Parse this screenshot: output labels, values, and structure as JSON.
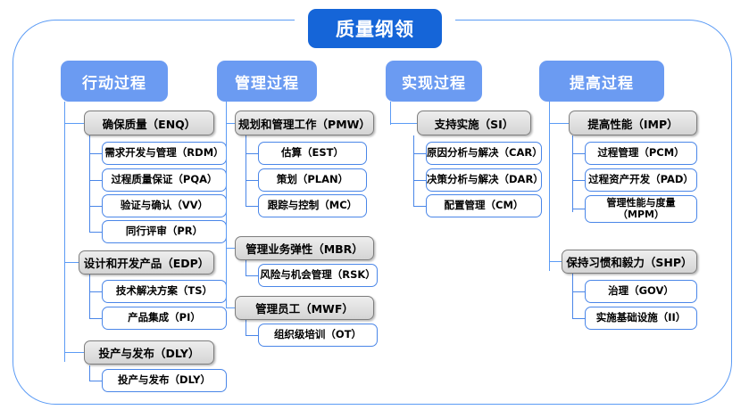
{
  "diagram": {
    "title": "质量纲领",
    "frame_color": "#5b9bf5",
    "title_color": "#1565d8",
    "header_color": "#6b9bf2",
    "level2_color": "#d4d4d4",
    "level3_border_color": "#4a86e8",
    "columns": [
      {
        "header": "行动过程",
        "groups": [
          {
            "label": "确保质量（ENQ）",
            "items": [
              "需求开发与管理（RDM）",
              "过程质量保证（PQA）",
              "验证与确认（VV）",
              "同行评审（PR）"
            ]
          },
          {
            "label": "设计和开发产品（EDP）",
            "items": [
              "技术解决方案（TS）",
              "产品集成（PI）"
            ]
          },
          {
            "label": "投产与发布（DLY）",
            "items": [
              "投产与发布（DLY）"
            ]
          }
        ]
      },
      {
        "header": "管理过程",
        "groups": [
          {
            "label": "规划和管理工作（PMW）",
            "items": [
              "估算（EST）",
              "策划（PLAN）",
              "跟踪与控制（MC）"
            ]
          },
          {
            "label": "管理业务弹性（MBR）",
            "items": [
              "风险与机会管理（RSK）"
            ]
          },
          {
            "label": "管理员工（MWF）",
            "items": [
              "组织级培训（OT）"
            ]
          }
        ]
      },
      {
        "header": "实现过程",
        "groups": [
          {
            "label": "支持实施（SI）",
            "items": [
              "原因分析与解决（CAR）",
              "决策分析与解决（DAR）",
              "配置管理（CM）"
            ]
          }
        ]
      },
      {
        "header": "提高过程",
        "groups": [
          {
            "label": "提高性能（IMP）",
            "items": [
              "过程管理（PCM）",
              "过程资产开发（PAD）",
              "管理性能与度量\n（MPM）"
            ]
          },
          {
            "label": "保持习惯和毅力（SHP）",
            "items": [
              "治理（GOV）",
              "实施基础设施（II）"
            ]
          }
        ]
      }
    ]
  }
}
